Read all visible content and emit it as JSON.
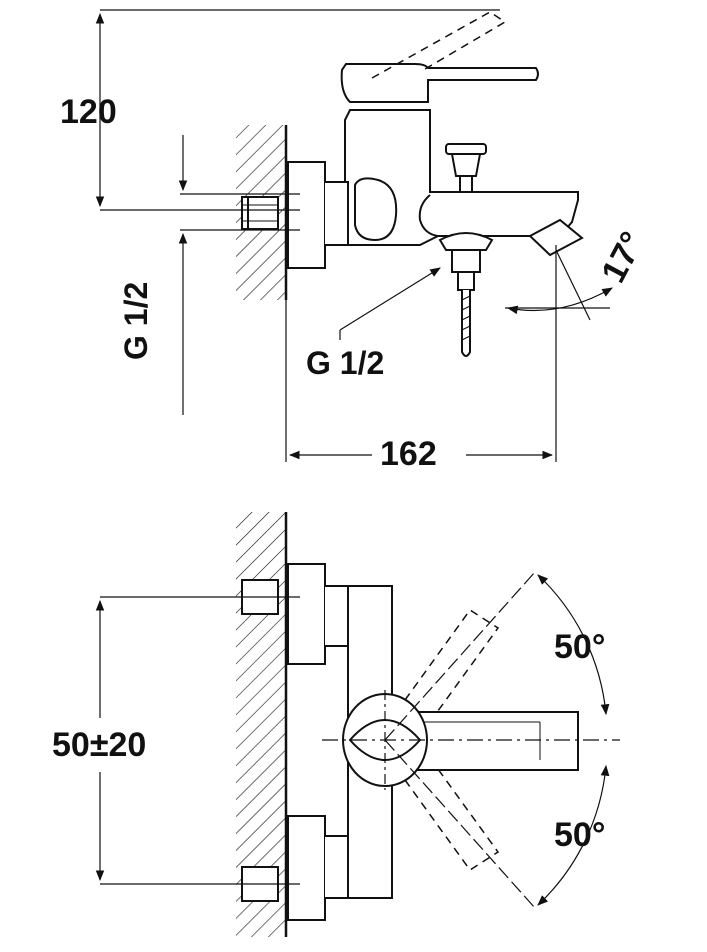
{
  "dimensions": {
    "height_top": "120",
    "g_vertical": "G 1/2",
    "g_outlet": "G 1/2",
    "angle_spout": "17°",
    "width_total": "162",
    "centers": "50±20",
    "handle_angle_up": "50°",
    "handle_angle_down": "50°"
  },
  "colors": {
    "line": "#111111",
    "background": "#ffffff"
  }
}
